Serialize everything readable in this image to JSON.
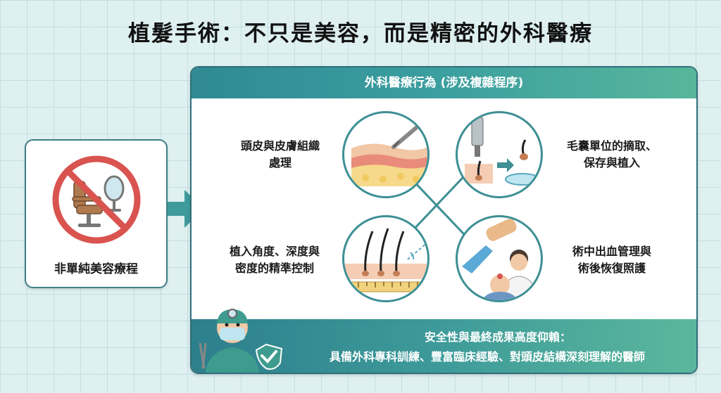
{
  "title": "植髮手術：不只是美容，而是精密的外科醫療",
  "left_card": {
    "label": "非單純美容療程",
    "icon": "no-barber-chair-icon"
  },
  "panel": {
    "header": "外科醫療行為 (涉及複雜程序)",
    "items": [
      {
        "line1": "頭皮與皮膚組織",
        "line2": "處理",
        "icon": "skin-tissue-icon"
      },
      {
        "line1": "毛囊單位的摘取、",
        "line2": "保存與植入",
        "icon": "follicle-extraction-icon"
      },
      {
        "line1": "植入角度、深度與",
        "line2": "密度的精準控制",
        "icon": "implant-angle-icon"
      },
      {
        "line1": "術中出血管理與",
        "line2": "術後恢復照護",
        "icon": "bleeding-care-icon"
      }
    ],
    "footer": {
      "line1": "安全性與最終成果高度仰賴：",
      "line2": "具備外科專科訓練、豐富臨床經驗、對頭皮結構深刻理解的醫師"
    }
  },
  "colors": {
    "teal": "#3d8f94",
    "header_start": "#2f8a93",
    "header_end": "#58b69b",
    "no_sign": "#d9534f",
    "background": "#dff0f1"
  }
}
